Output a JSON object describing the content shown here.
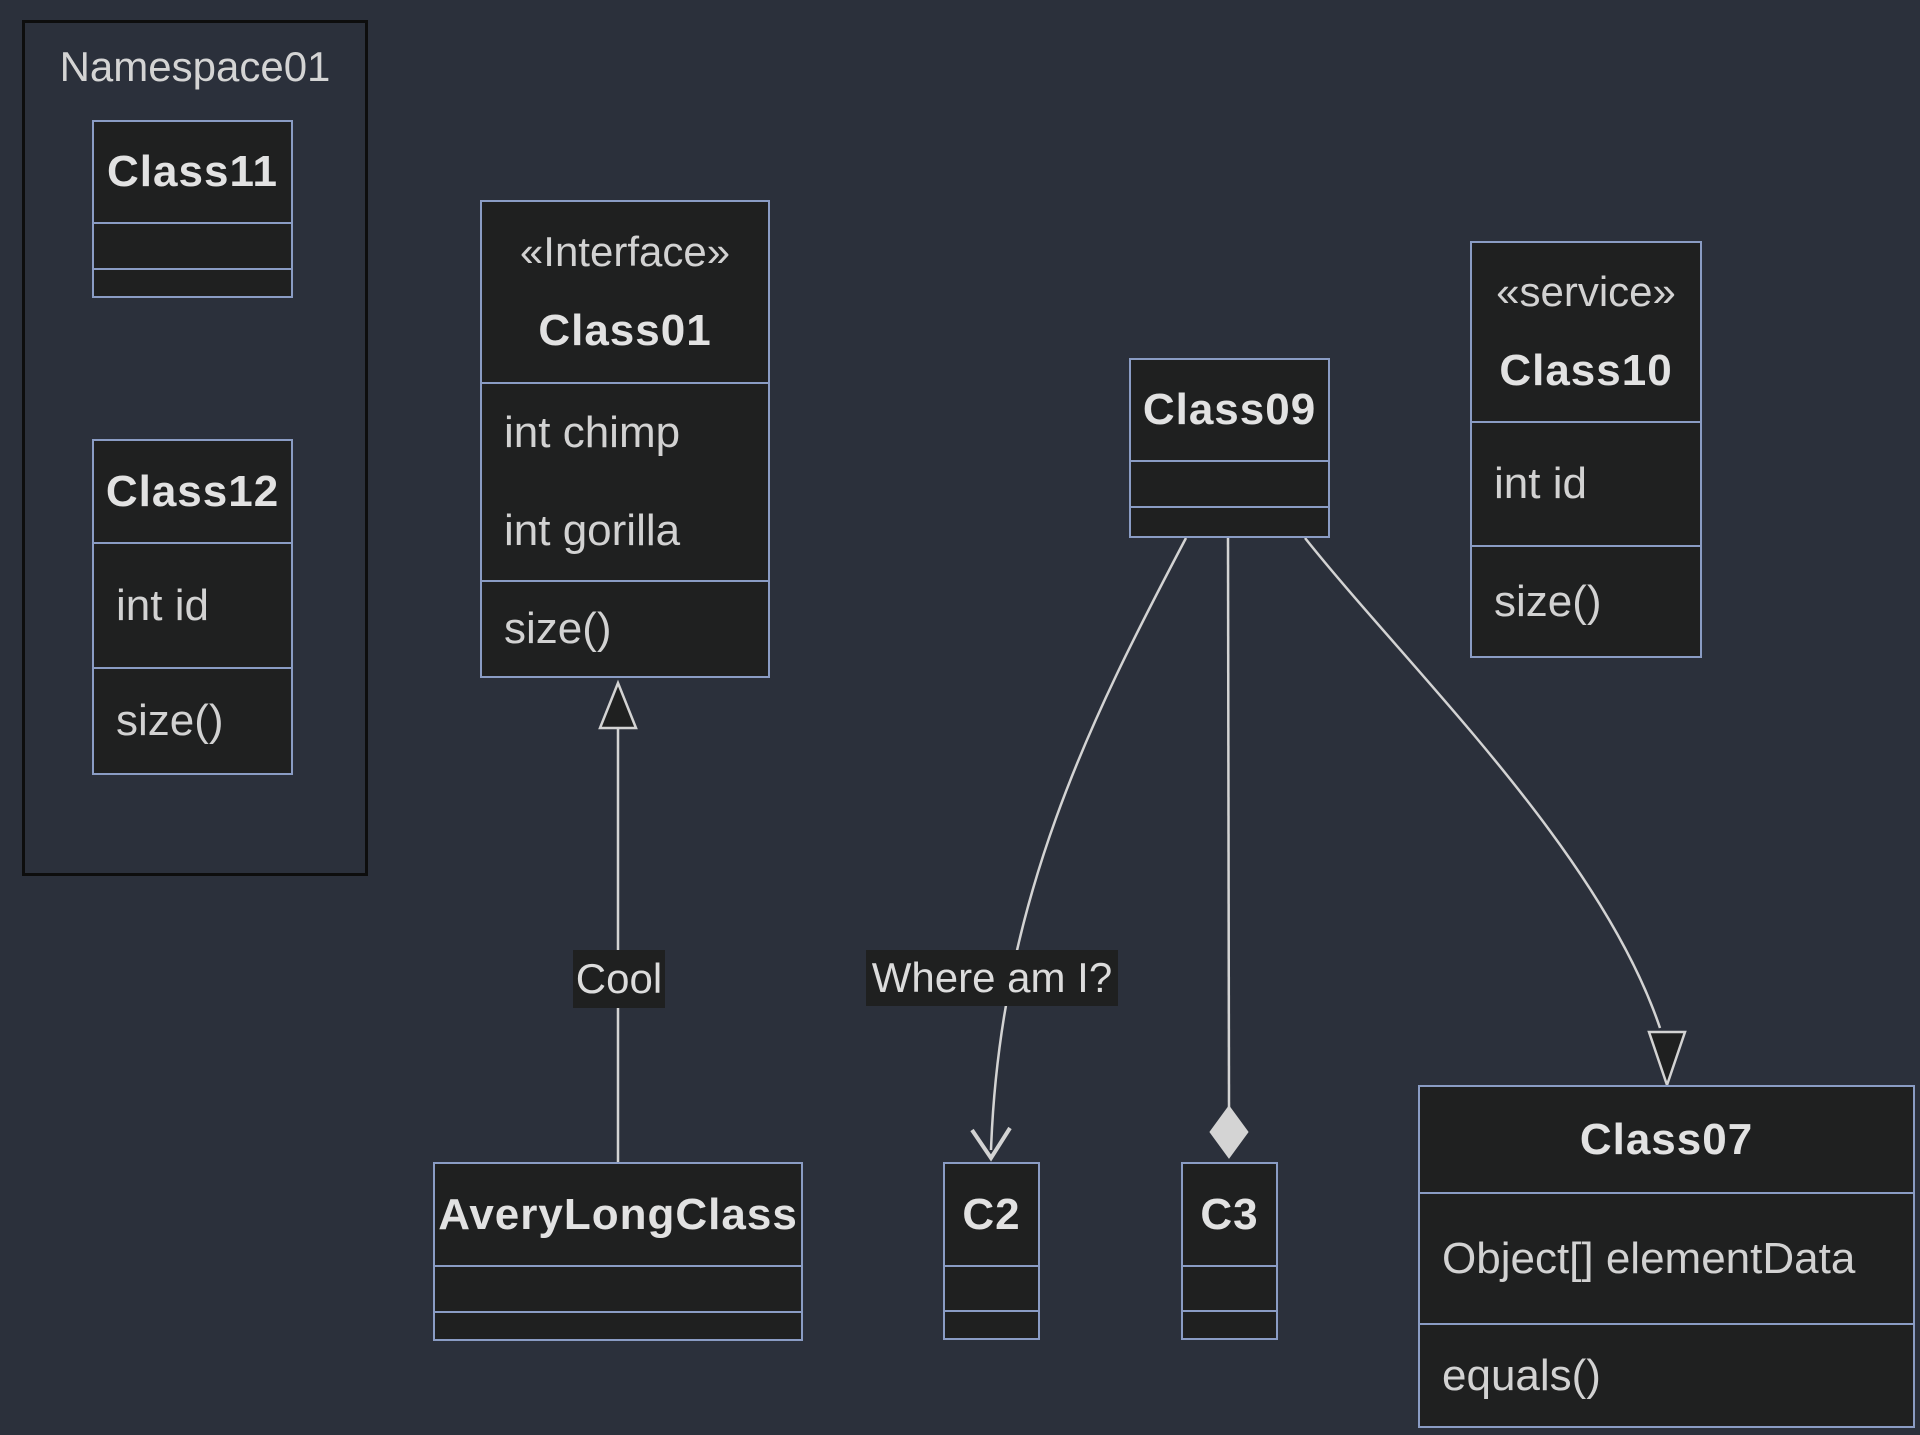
{
  "diagram": {
    "type": "uml-class-diagram",
    "colors": {
      "background": "#2b303b",
      "node_fill": "#1f2020",
      "node_border": "#8a9cc4",
      "line": "#d3d3d3",
      "text": "#d4d4d4",
      "namespace_border": "#0d0d0d",
      "label_background": "#1f2020",
      "diamond_fill": "#d4d4d4"
    },
    "namespace": {
      "label": "Namespace01"
    },
    "classes": {
      "class11": {
        "name": "Class11",
        "attributes": [],
        "methods": []
      },
      "class12": {
        "name": "Class12",
        "attributes": [
          "int id"
        ],
        "methods": [
          "size()"
        ]
      },
      "class01": {
        "stereotype": "«Interface»",
        "name": "Class01",
        "attributes": [
          "int chimp",
          "int gorilla"
        ],
        "methods": [
          "size()"
        ]
      },
      "class09": {
        "name": "Class09",
        "attributes": [],
        "methods": []
      },
      "class10": {
        "stereotype": "«service»",
        "name": "Class10",
        "attributes": [
          "int id"
        ],
        "methods": [
          "size()"
        ]
      },
      "avery": {
        "name": "AveryLongClass",
        "attributes": [],
        "methods": []
      },
      "c2": {
        "name": "C2",
        "attributes": [],
        "methods": []
      },
      "c3": {
        "name": "C3",
        "attributes": [],
        "methods": []
      },
      "class07": {
        "name": "Class07",
        "attributes": [
          "Object[] elementData"
        ],
        "methods": [
          "equals()"
        ]
      }
    },
    "edge_labels": {
      "cool": "Cool",
      "where": "Where am I?"
    },
    "relationships": [
      {
        "from": "AveryLongClass",
        "to": "Class01",
        "glyph": "hollow-triangle",
        "label": "Cool"
      },
      {
        "from": "Class09",
        "to": "C2",
        "glyph": "open-arrow",
        "label": "Where am I?"
      },
      {
        "from": "Class09",
        "to": "C3",
        "glyph": "filled-diamond",
        "label": ""
      },
      {
        "from": "Class09",
        "to": "Class07",
        "glyph": "hollow-triangle",
        "label": ""
      }
    ]
  }
}
